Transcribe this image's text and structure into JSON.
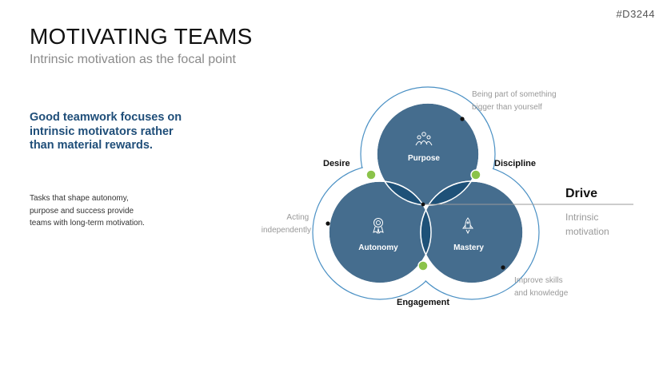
{
  "slide_id": "#D3244",
  "title": "MOTIVATING TEAMS",
  "subtitle": "Intrinsic motivation as the focal point",
  "headline": "Good teamwork focuses on intrinsic motivators rather than material rewards.",
  "body_lines": [
    "Tasks that shape autonomy,",
    "purpose and success provide",
    "teams with long-term motivation."
  ],
  "diagram": {
    "circles": {
      "purpose": {
        "label": "Purpose",
        "icon": "people-icon"
      },
      "autonomy": {
        "label": "Autonomy",
        "icon": "award-medal-icon"
      },
      "mastery": {
        "label": "Mastery",
        "icon": "rocket-icon"
      }
    },
    "intersections": {
      "desire": "Desire",
      "discipline": "Discipline",
      "engagement": "Engagement"
    },
    "annotations": {
      "purpose": [
        "Being part of something",
        "bigger than yourself"
      ],
      "autonomy": [
        "Acting",
        "independently"
      ],
      "mastery": [
        "Improve skills",
        "and knowledge"
      ]
    },
    "center": {
      "title": "Drive",
      "subtitle": [
        "Intrinsic",
        "motivation"
      ]
    },
    "colors": {
      "circle": "#456d8e",
      "overlap": "#1e5178",
      "center": "#bcd3e2",
      "node": "#8bc34a",
      "outline": "#4a90c4"
    }
  }
}
